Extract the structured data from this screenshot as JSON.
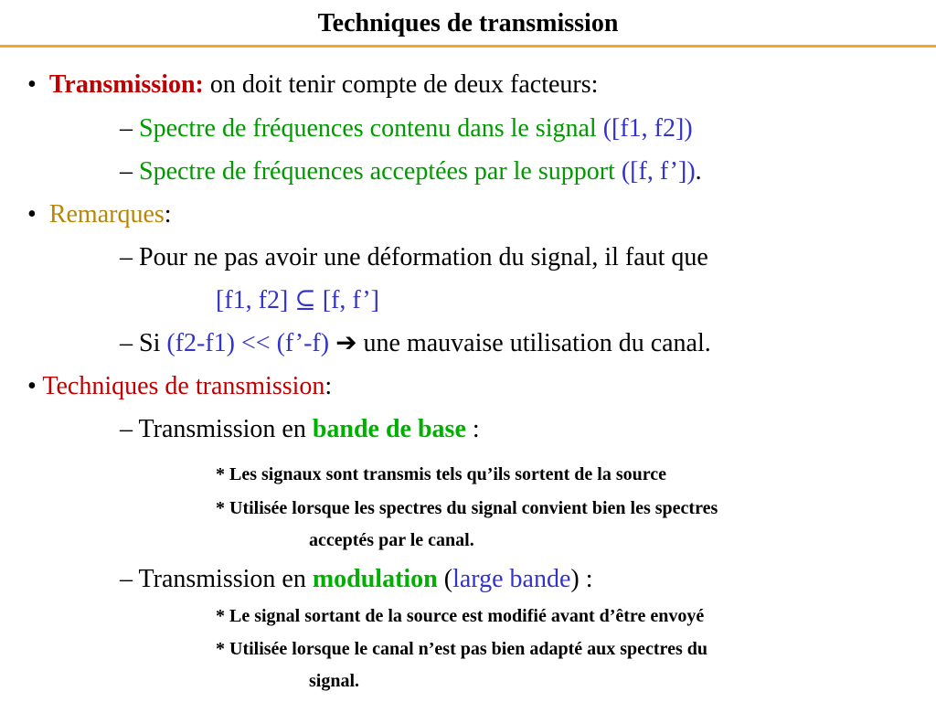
{
  "title": "Techniques de transmission",
  "colors": {
    "rule": "#F5A623",
    "red": "#C00000",
    "green": "#009900",
    "blue": "#3333CC",
    "olive": "#B8860B"
  },
  "bullets": {
    "symbol": "•",
    "b1": {
      "label": "Transmission:",
      "text": " on doit tenir compte de deux facteurs:",
      "sub1": {
        "dash": "– ",
        "text": "Spectre de fréquences contenu dans le signal ",
        "interval": "([f1, f2])"
      },
      "sub2": {
        "dash": "– ",
        "text": "Spectre de fréquences acceptées par le support ",
        "interval": "([f, f’])",
        "end": "."
      }
    },
    "b2": {
      "label": "Remarques",
      "colon": ":",
      "sub1": {
        "text": "– Pour ne pas avoir une déformation du signal, il faut que",
        "formula": "[f1, f2] ⊆ [f, f’]"
      },
      "sub2": {
        "dash": "– Si ",
        "cond": "(f2-f1) << (f’-f)",
        "arrow": "➔",
        "text": " une mauvaise utilisation du canal."
      }
    },
    "b3": {
      "label": "Techniques de transmission",
      "colon": ":",
      "sub1": {
        "prefix": "– Transmission en ",
        "highlight": "bande de base",
        "suffix": " :",
        "notes": [
          "*  Les signaux sont transmis tels qu’ils sortent de la source",
          "* Utilisée lorsque les spectres du signal convient bien les spectres",
          "acceptés par le canal."
        ]
      },
      "sub2": {
        "prefix": "– Transmission en ",
        "highlight": "modulation",
        "paren_open": " (",
        "paren_text": "large bande",
        "paren_close": ") :",
        "notes": [
          "* Le signal sortant de la source est modifié avant d’être envoyé",
          "* Utilisée lorsque le canal n’est pas bien adapté aux spectres du",
          "signal."
        ]
      }
    }
  }
}
